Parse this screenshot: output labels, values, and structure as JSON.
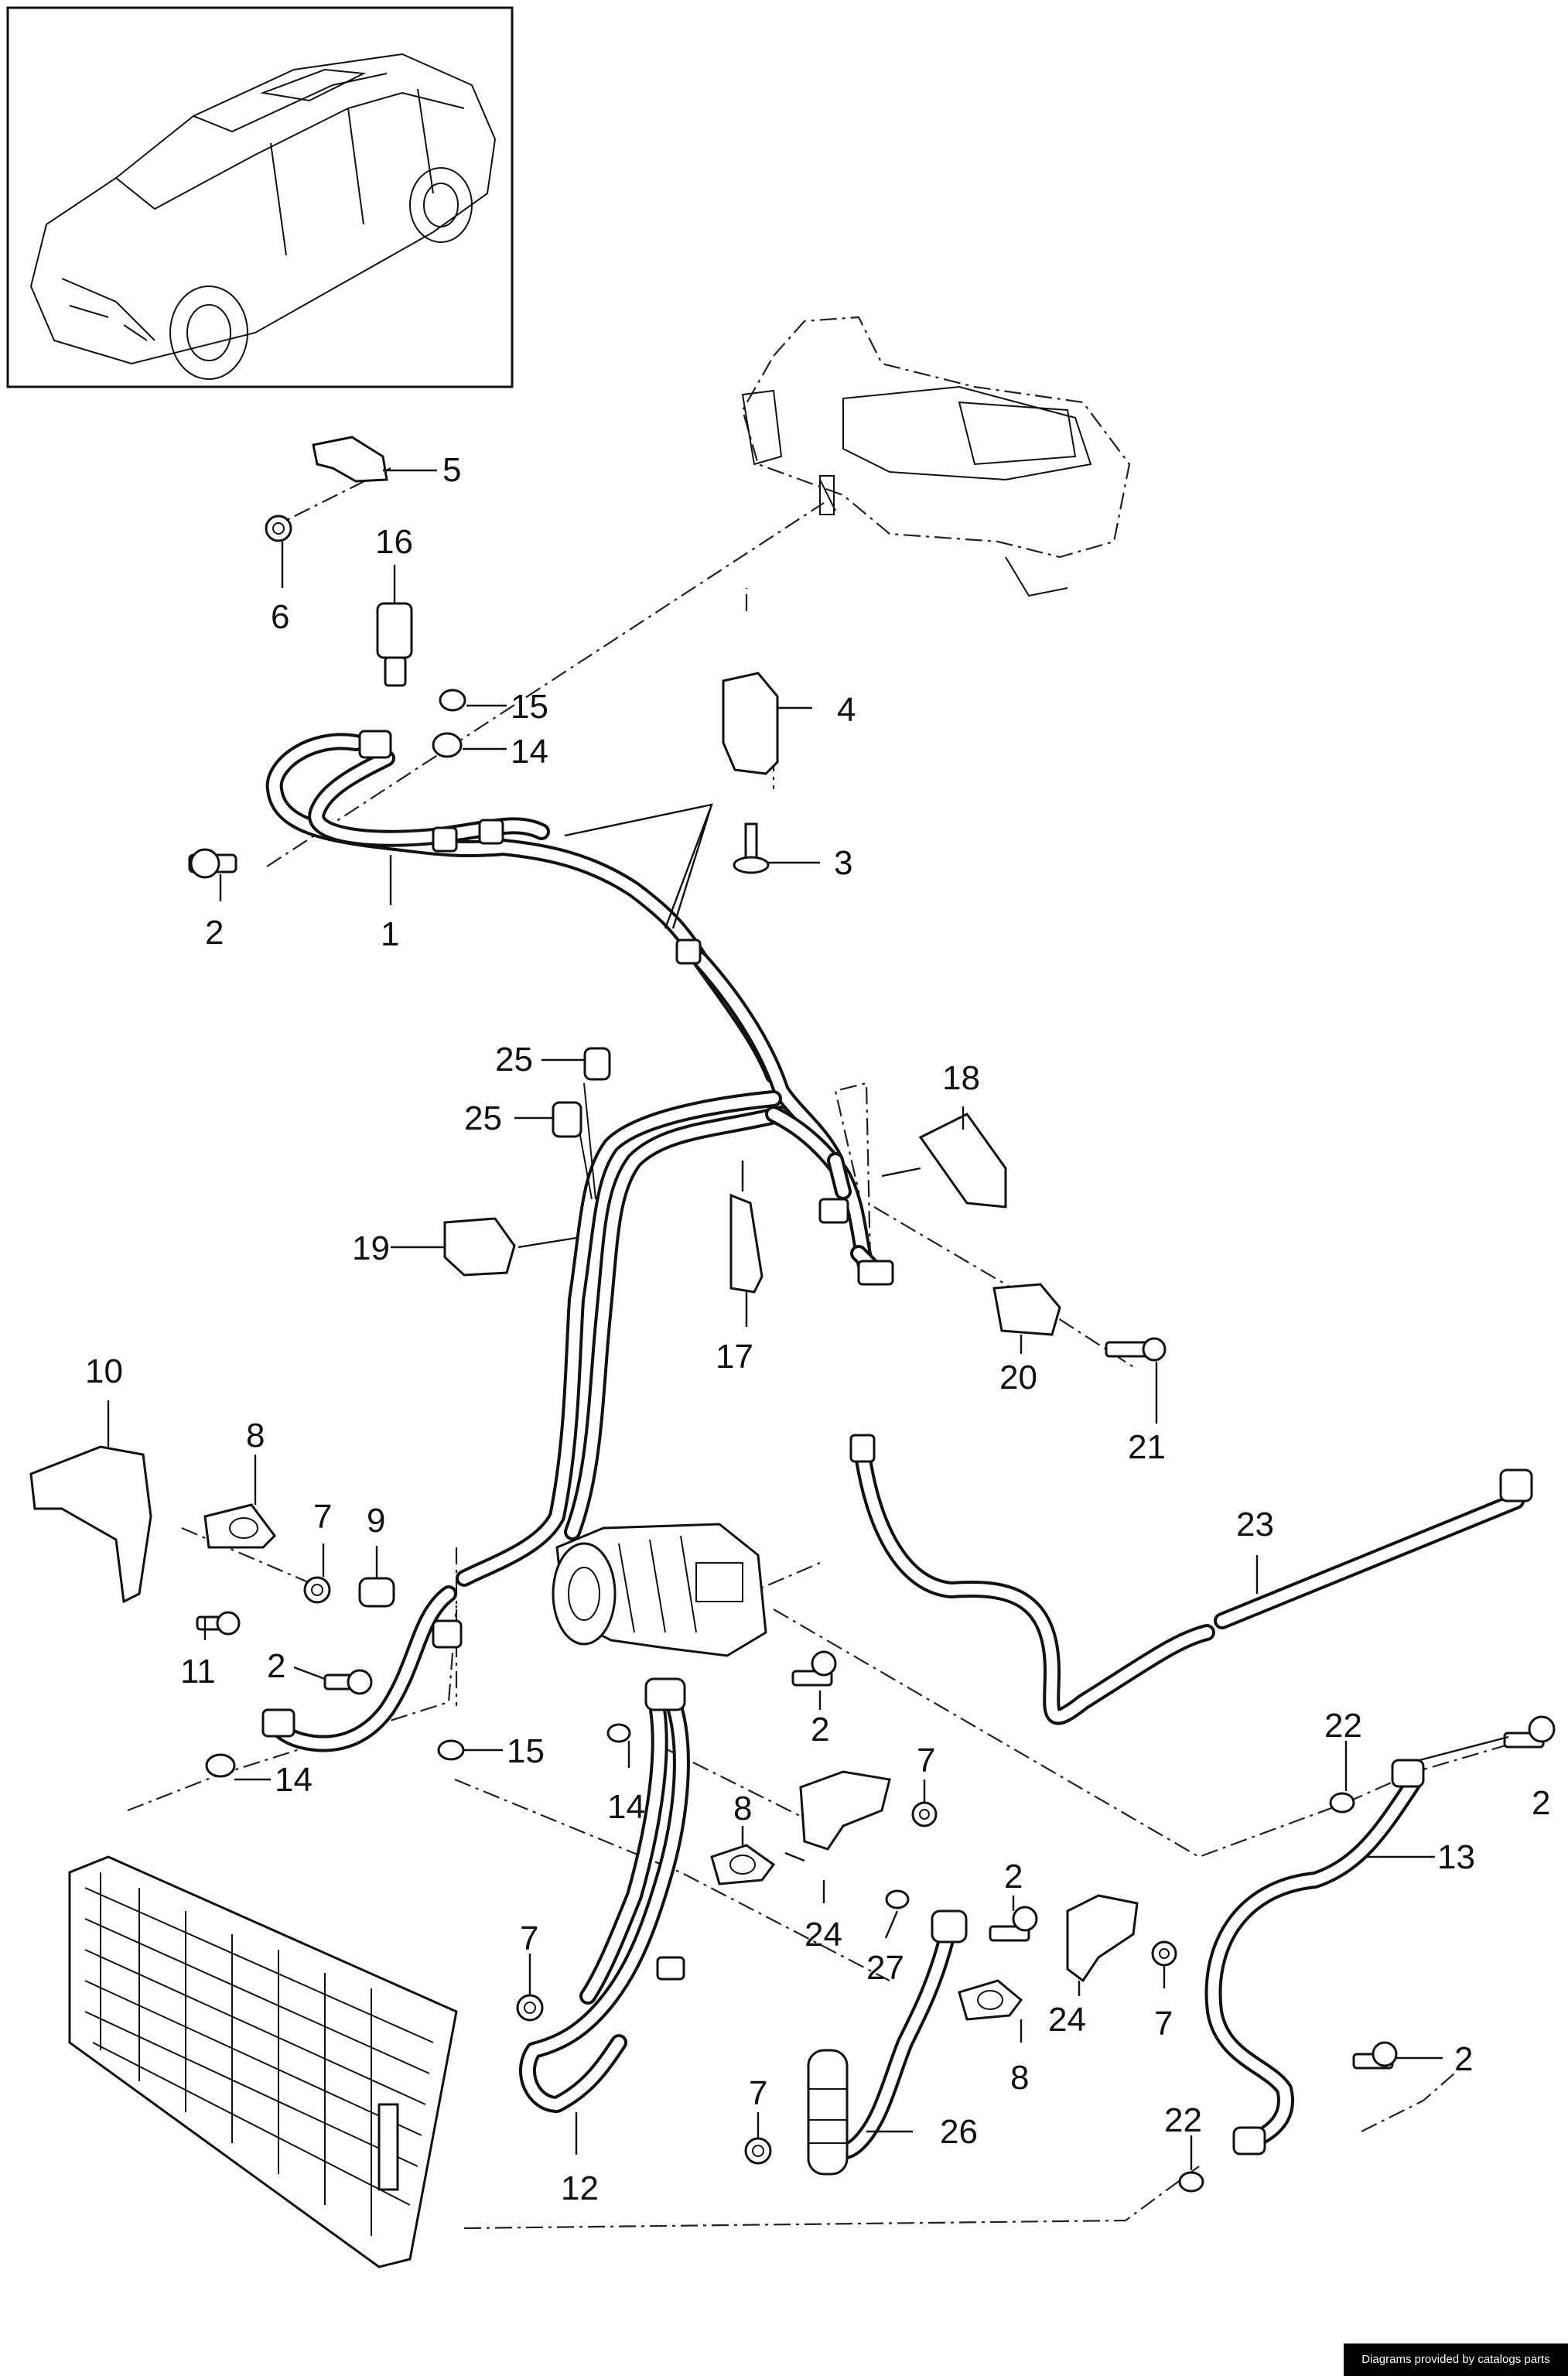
{
  "footer": {
    "credit": "Diagrams provided by catalogs parts"
  },
  "callouts": {
    "c1": "1",
    "c2a": "2",
    "c2b": "2",
    "c2c": "2",
    "c2d": "2",
    "c2e": "2",
    "c2f": "2",
    "c3": "3",
    "c4": "4",
    "c5": "5",
    "c6": "6",
    "c7a": "7",
    "c7b": "7",
    "c7c": "7",
    "c7d": "7",
    "c7e": "7",
    "c8a": "8",
    "c8b": "8",
    "c8c": "8",
    "c9": "9",
    "c10": "10",
    "c11": "11",
    "c12": "12",
    "c13": "13",
    "c14a": "14",
    "c14b": "14",
    "c14c": "14",
    "c15a": "15",
    "c15b": "15",
    "c16": "16",
    "c17": "17",
    "c18": "18",
    "c19": "19",
    "c20": "20",
    "c21": "21",
    "c22a": "22",
    "c22b": "22",
    "c23": "23",
    "c24a": "24",
    "c24b": "24",
    "c25a": "25",
    "c25b": "25",
    "c26": "26",
    "c27": "27"
  }
}
